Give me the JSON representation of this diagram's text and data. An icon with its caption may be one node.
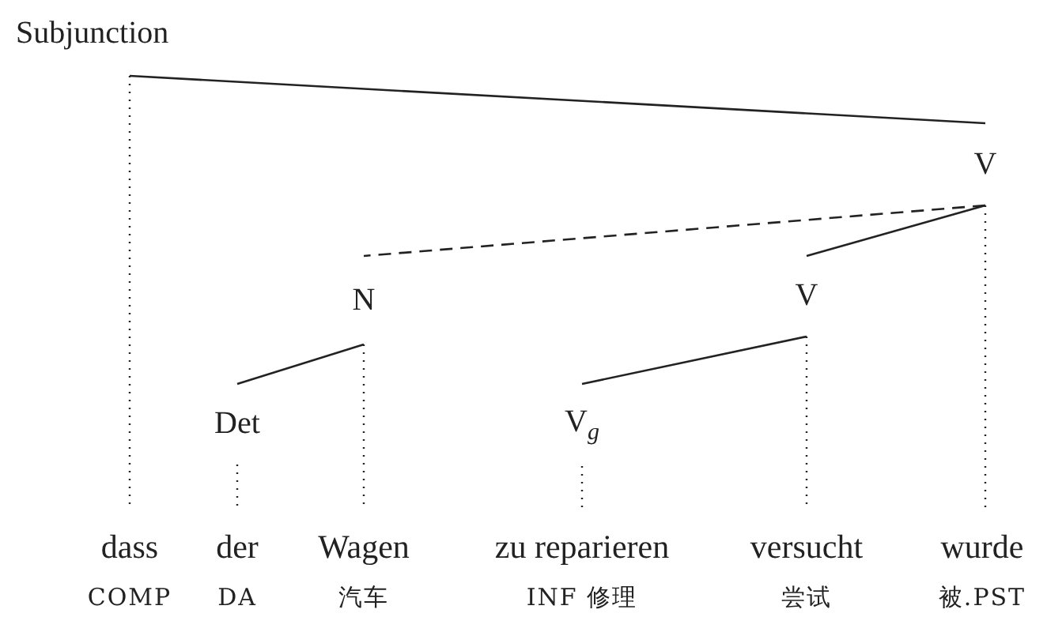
{
  "diagram": {
    "nodes": [
      {
        "text": [
          "Subjunction"
        ]
      },
      {
        "text": [
          "V"
        ]
      },
      {
        "text": [
          "N"
        ]
      },
      {
        "text": [
          "V"
        ]
      },
      {
        "text": [
          "Det"
        ]
      },
      {
        "text": [
          "V$_{g}$"
        ]
      },
      {
        "text": [
          "dass"
        ],
        "beside": [
          "COMP"
        ]
      },
      {
        "text": [
          "der"
        ],
        "beside": [
          "DA"
        ]
      },
      {
        "text": [
          "Wagen"
        ],
        "beside": [
          "汽车"
        ]
      },
      {
        "text": [
          "zu reparieren"
        ],
        "beside": [
          "INF 修理"
        ]
      },
      {
        "text": [
          "versucht"
        ],
        "beside": [
          "尝试"
        ]
      },
      {
        "text": [
          "wurde"
        ],
        "beside": [
          "被.PST"
        ]
      }
    ],
    "edges": [
      {
        "from": 0,
        "to": 1,
        "arrow": "none"
      },
      {
        "from": 1,
        "to": 2,
        "arrow": "none",
        "style": "dashed"
      },
      {
        "from": 1,
        "to": 3,
        "arrow": "none"
      },
      {
        "from": 2,
        "to": 4,
        "arrow": "none"
      },
      {
        "from": 3,
        "to": 5,
        "arrow": "none"
      },
      {
        "from": 0,
        "to": 6,
        "arrow": "none",
        "style": "dashed"
      },
      {
        "from": 4,
        "to": 7,
        "arrow": "none",
        "style": "dashed"
      },
      {
        "from": 2,
        "to": 8,
        "arrow": "none",
        "style": "dashed"
      },
      {
        "from": 5,
        "to": 9,
        "arrow": "none",
        "style": "dashed"
      },
      {
        "from": 3,
        "to": 10,
        "arrow": "none",
        "style": "dashed"
      },
      {
        "from": 1,
        "to": 11,
        "arrow": "none",
        "style": "dashed"
      }
    ]
  }
}
